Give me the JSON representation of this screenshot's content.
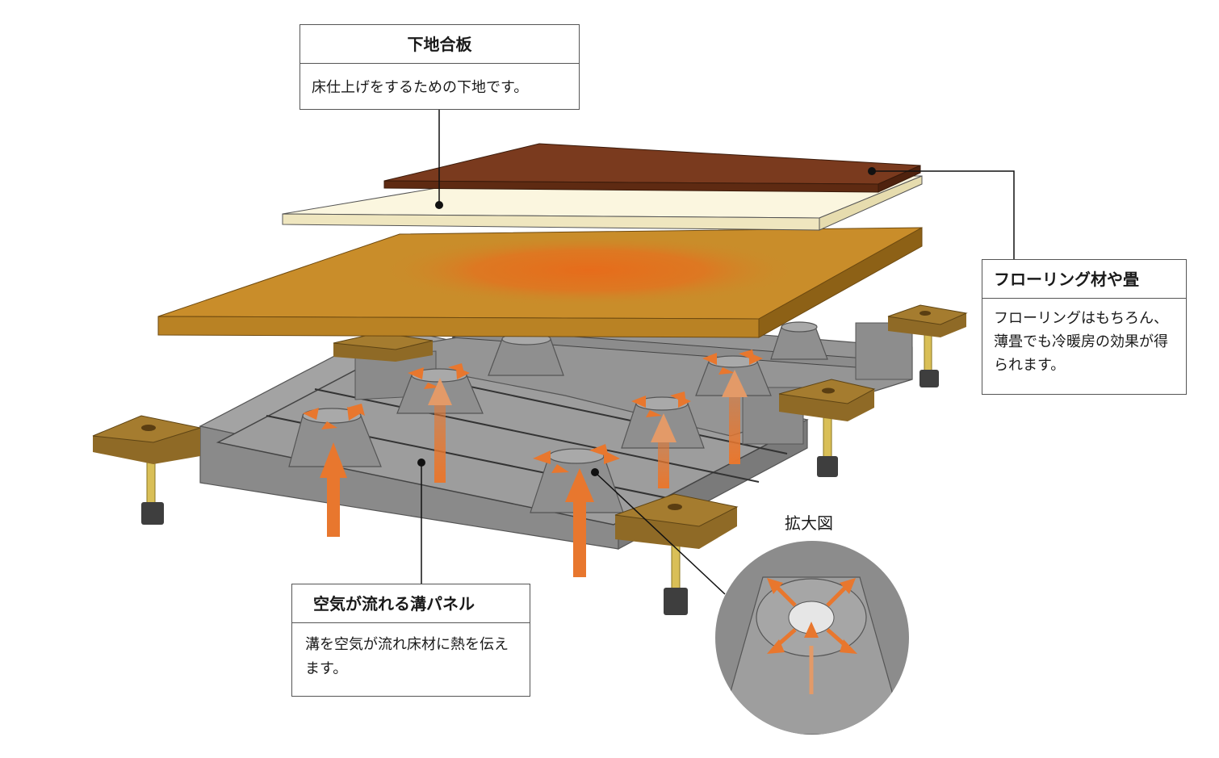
{
  "callouts": {
    "plywood": {
      "title": "下地合板",
      "description": "床仕上げをするための下地です。"
    },
    "flooring": {
      "title": "フローリング材や畳",
      "description": "フローリングはもちろん、薄畳でも冷暖房の効果が得られます。"
    },
    "panel": {
      "title": "空気が流れる溝パネル",
      "description": "溝を空気が流れ床材に熱を伝えます。"
    }
  },
  "zoom_label": "拡大図",
  "colors": {
    "flooring": "#7a3a1e",
    "plywood": "#fbf6df",
    "heated_board": "#c98d2a",
    "heat_glow": "#e8731c",
    "panel_gray": "#9a9a9a",
    "panel_dark": "#7d7d7d",
    "support_pad": "#8f6a26",
    "arrow_orange": "#e8772e",
    "leader_line": "#111111"
  },
  "icons": [
    "up-arrow-icon",
    "air-outlet-icon",
    "zoom-circle-icon"
  ]
}
